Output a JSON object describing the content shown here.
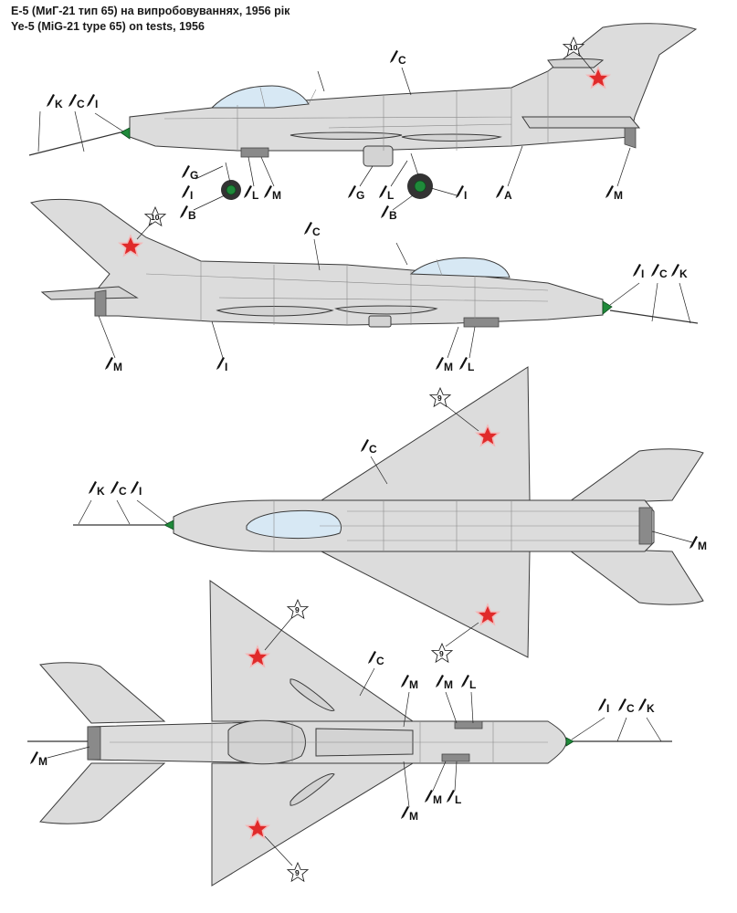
{
  "title_ua": "Е-5 (МиГ-21 тип 65) на випробовуваннях, 1956 рік",
  "title_en": "Ye-5 (MiG-21 type 65) on tests, 1956",
  "colors": {
    "silver": "#dcdcdc",
    "star_red": "#e02a2a",
    "nose_green": "#1f8a3a",
    "canopy": "#d7e8f4"
  },
  "side_left": {
    "star_number": "10",
    "callouts": {
      "k": "K",
      "c": "C",
      "i": "I",
      "c_top": "C",
      "g1": "G",
      "i1": "I",
      "l1": "L",
      "m1": "M",
      "b1": "B",
      "g2": "G",
      "l2": "L",
      "i2": "I",
      "b2": "B",
      "a": "A",
      "m_tail": "M"
    }
  },
  "side_right": {
    "star_number": "10",
    "callouts": {
      "c": "C",
      "i": "I",
      "c2": "C",
      "k": "K",
      "m_tail": "M",
      "i_lower": "I",
      "m": "M",
      "l": "L"
    }
  },
  "top_view": {
    "star_number_top": "9",
    "star_number_bottom": "9",
    "callouts": {
      "c": "C",
      "k": "K",
      "c2": "C",
      "i": "I",
      "m": "M"
    }
  },
  "bottom_view": {
    "star_number_top": "9",
    "star_number_bottom": "9",
    "callouts": {
      "c": "C",
      "m1": "M",
      "m2": "M",
      "l1": "L",
      "i": "I",
      "c2": "C",
      "k": "K",
      "m_tail": "M",
      "m3": "M",
      "l2": "L",
      "m4": "M"
    }
  }
}
